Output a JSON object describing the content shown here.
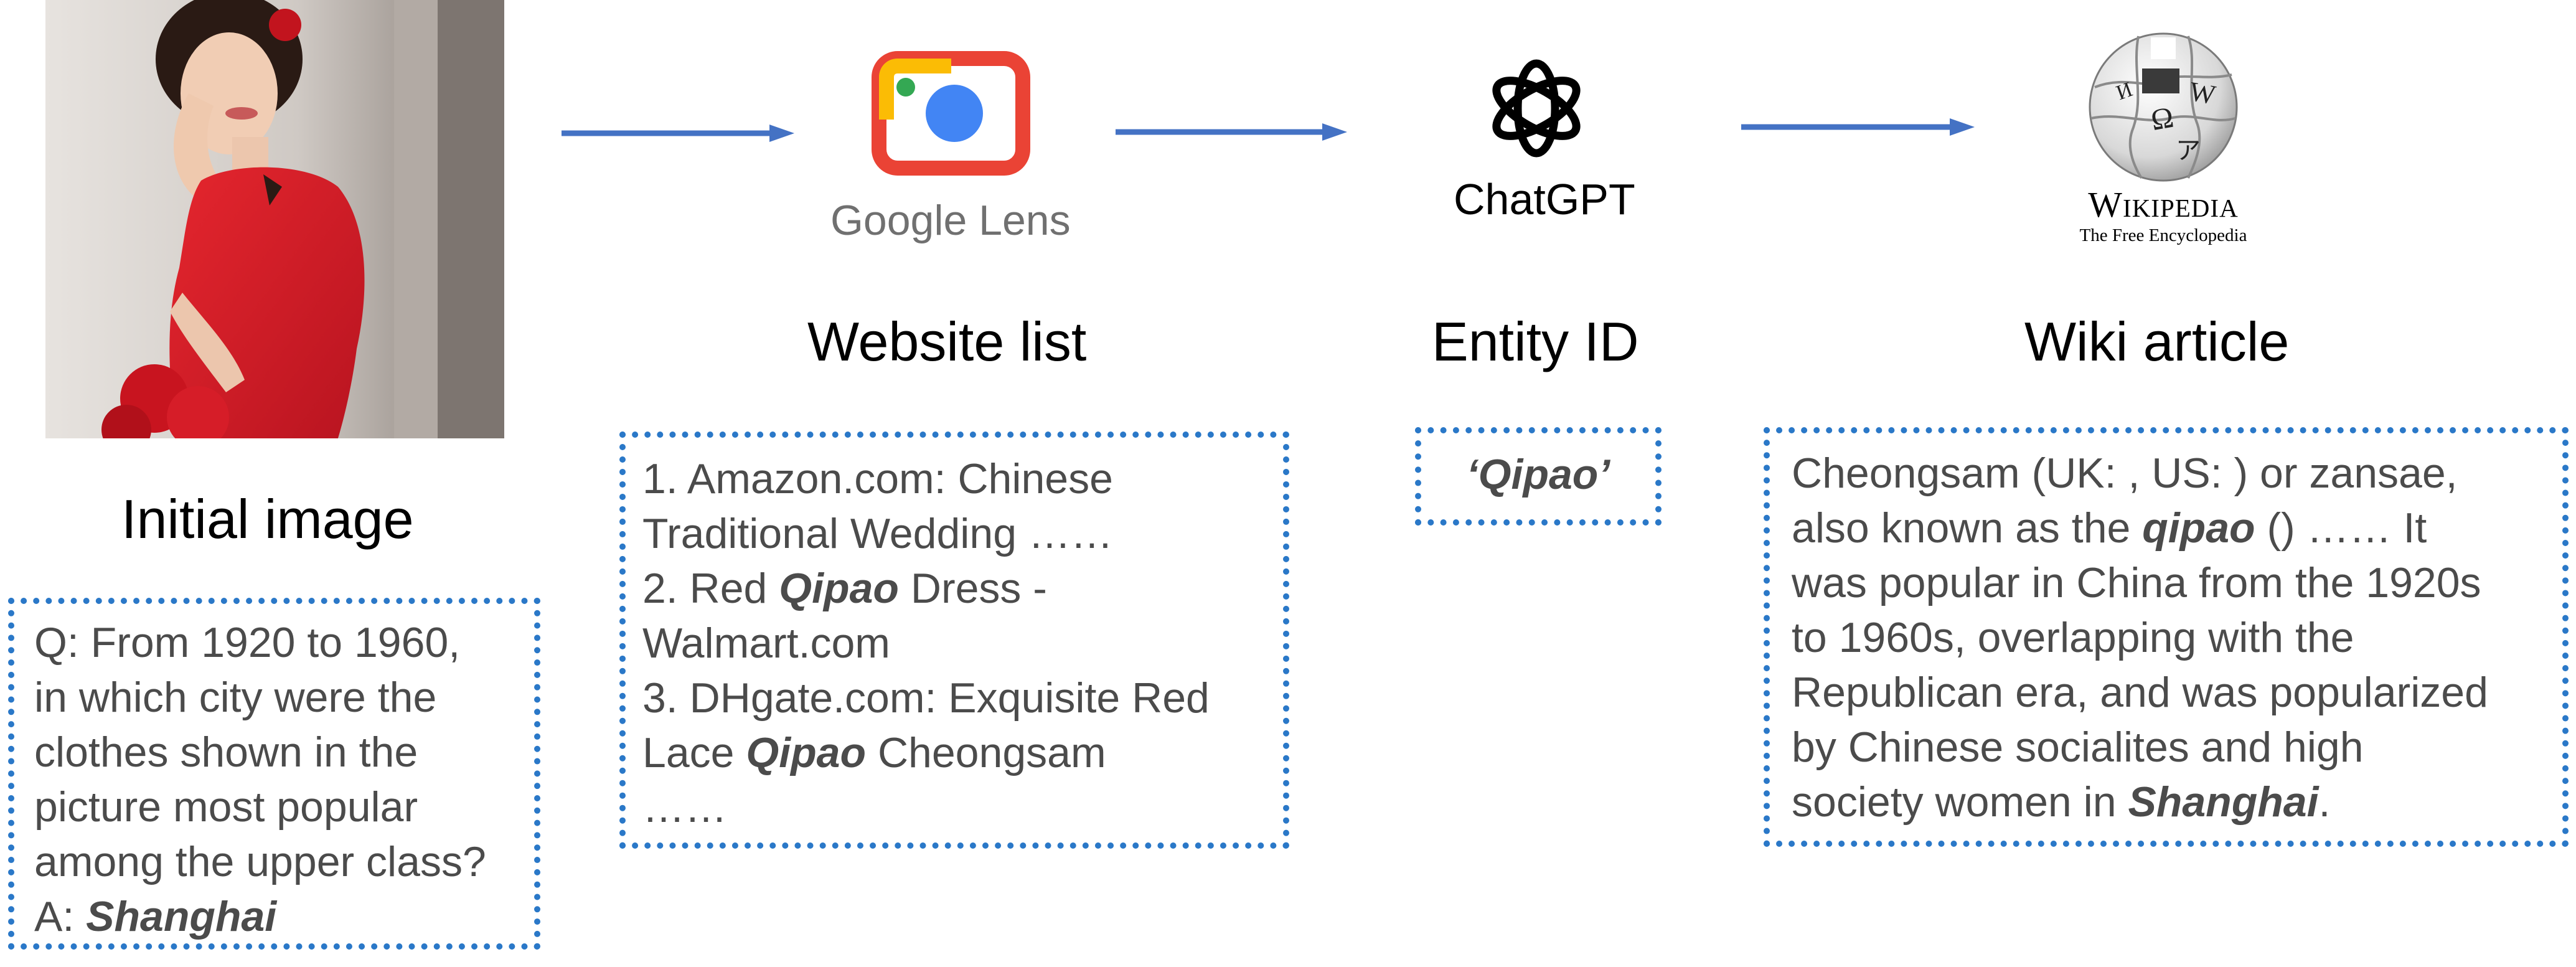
{
  "initial": {
    "caption": "Initial image",
    "qa_lines": [
      "Q: From 1920 to 1960,",
      "in which city were the",
      "clothes shown in the",
      "picture most popular",
      "among the upper class?"
    ],
    "answer_prefix": "A: ",
    "answer": "Shanghai"
  },
  "lens": {
    "logo_label": "Google Lens",
    "caption": "Website list"
  },
  "websites": {
    "line1": "1. Amazon.com: Chinese",
    "line2": "Traditional Wedding ……",
    "line3_pre": "2. Red ",
    "line3_bold": "Qipao",
    "line3_post": " Dress -",
    "line4": "Walmart.com",
    "line5": "3. DHgate.com: Exquisite Red",
    "line6_pre": "Lace ",
    "line6_bold": "Qipao",
    "line6_post": " Cheongsam",
    "line7": "……"
  },
  "chatgpt": {
    "logo_label": "ChatGPT",
    "caption": "Entity ID",
    "entity": "‘Qipao’"
  },
  "wiki": {
    "logo_word": "Wikipedia",
    "logo_sub": "The Free Encyclopedia",
    "caption": "Wiki article",
    "line1": "Cheongsam (UK: , US: ) or zansae,",
    "line2_pre": "also known as the ",
    "line2_bold": "qipao",
    "line2_post": " () …… It",
    "line3": "was popular in China from the 1920s",
    "line4": "to 1960s, overlapping with the",
    "line5": "Republican era, and was popularized",
    "line6": "by Chinese socialites and high",
    "line7_pre": "society women in ",
    "line7_bold": "Shanghai",
    "line7_post": "."
  },
  "colors": {
    "arrow": "#4472c4",
    "box_border": "#2a78c8",
    "text": "#4b4b4b",
    "photo_dress": "#d8232a"
  }
}
